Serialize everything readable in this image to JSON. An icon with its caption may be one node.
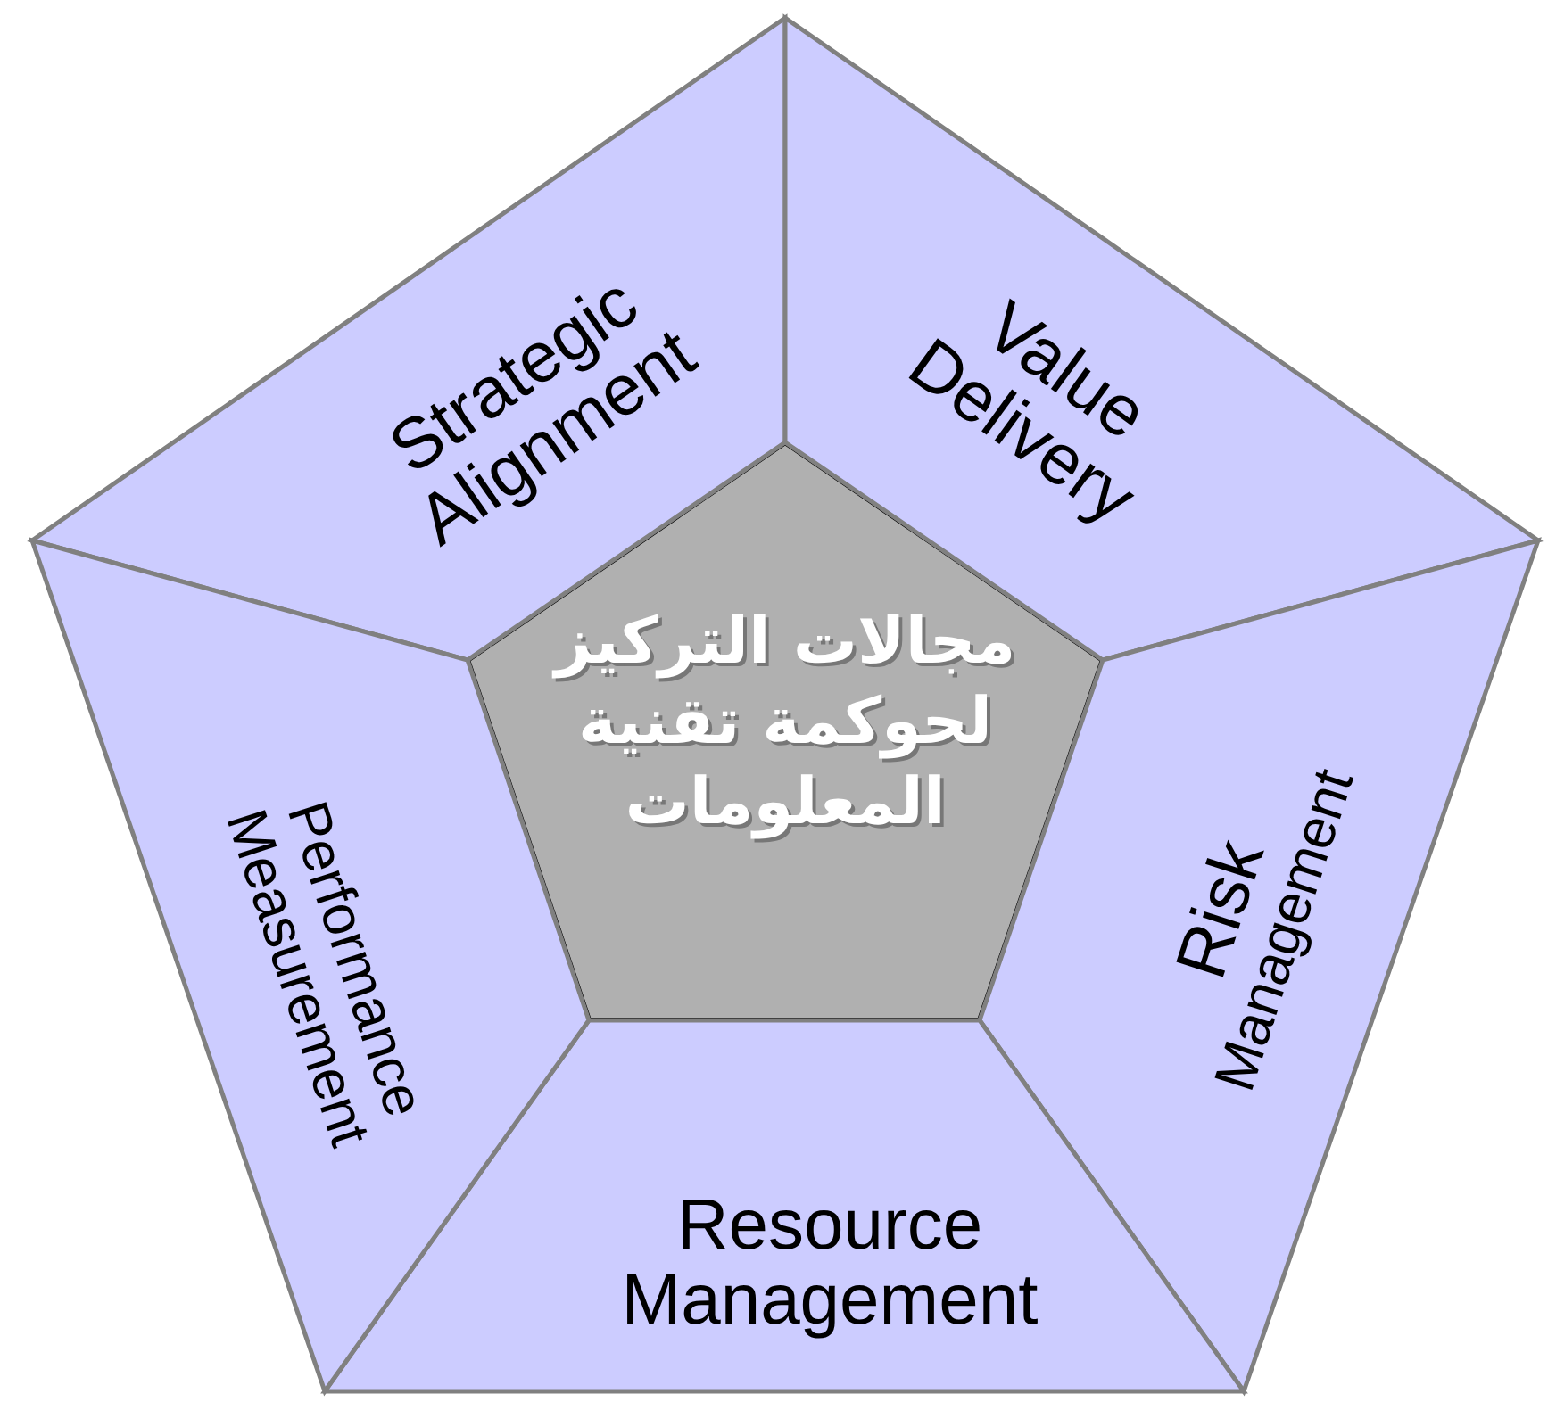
{
  "diagram": {
    "nodes": [
      {
        "text": [
          "مجالات التركيز لحوكمة تقنية المعلومات"
        ]
      },
      {
        "text": [
          "Strategic Alignment"
        ]
      },
      {
        "text": [
          "Value Delivery"
        ]
      },
      {
        "text": [
          "Risk",
          "Management"
        ]
      },
      {
        "text": [
          "Resource Management"
        ]
      },
      {
        "text": [
          "Performance Measurement"
        ]
      }
    ]
  }
}
